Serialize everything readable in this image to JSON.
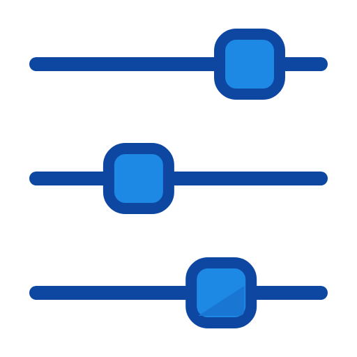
{
  "icon": {
    "name": "sliders-icon",
    "track_color": "#0d47a1",
    "knob_fill": "#1e88e5",
    "knob_fill_shade": "#1976d2",
    "knob_stroke": "#0d47a1"
  },
  "sliders": [
    {
      "name": "slider-top",
      "level": 0.75
    },
    {
      "name": "slider-middle",
      "level": 0.36
    },
    {
      "name": "slider-bottom",
      "level": 0.65
    }
  ]
}
